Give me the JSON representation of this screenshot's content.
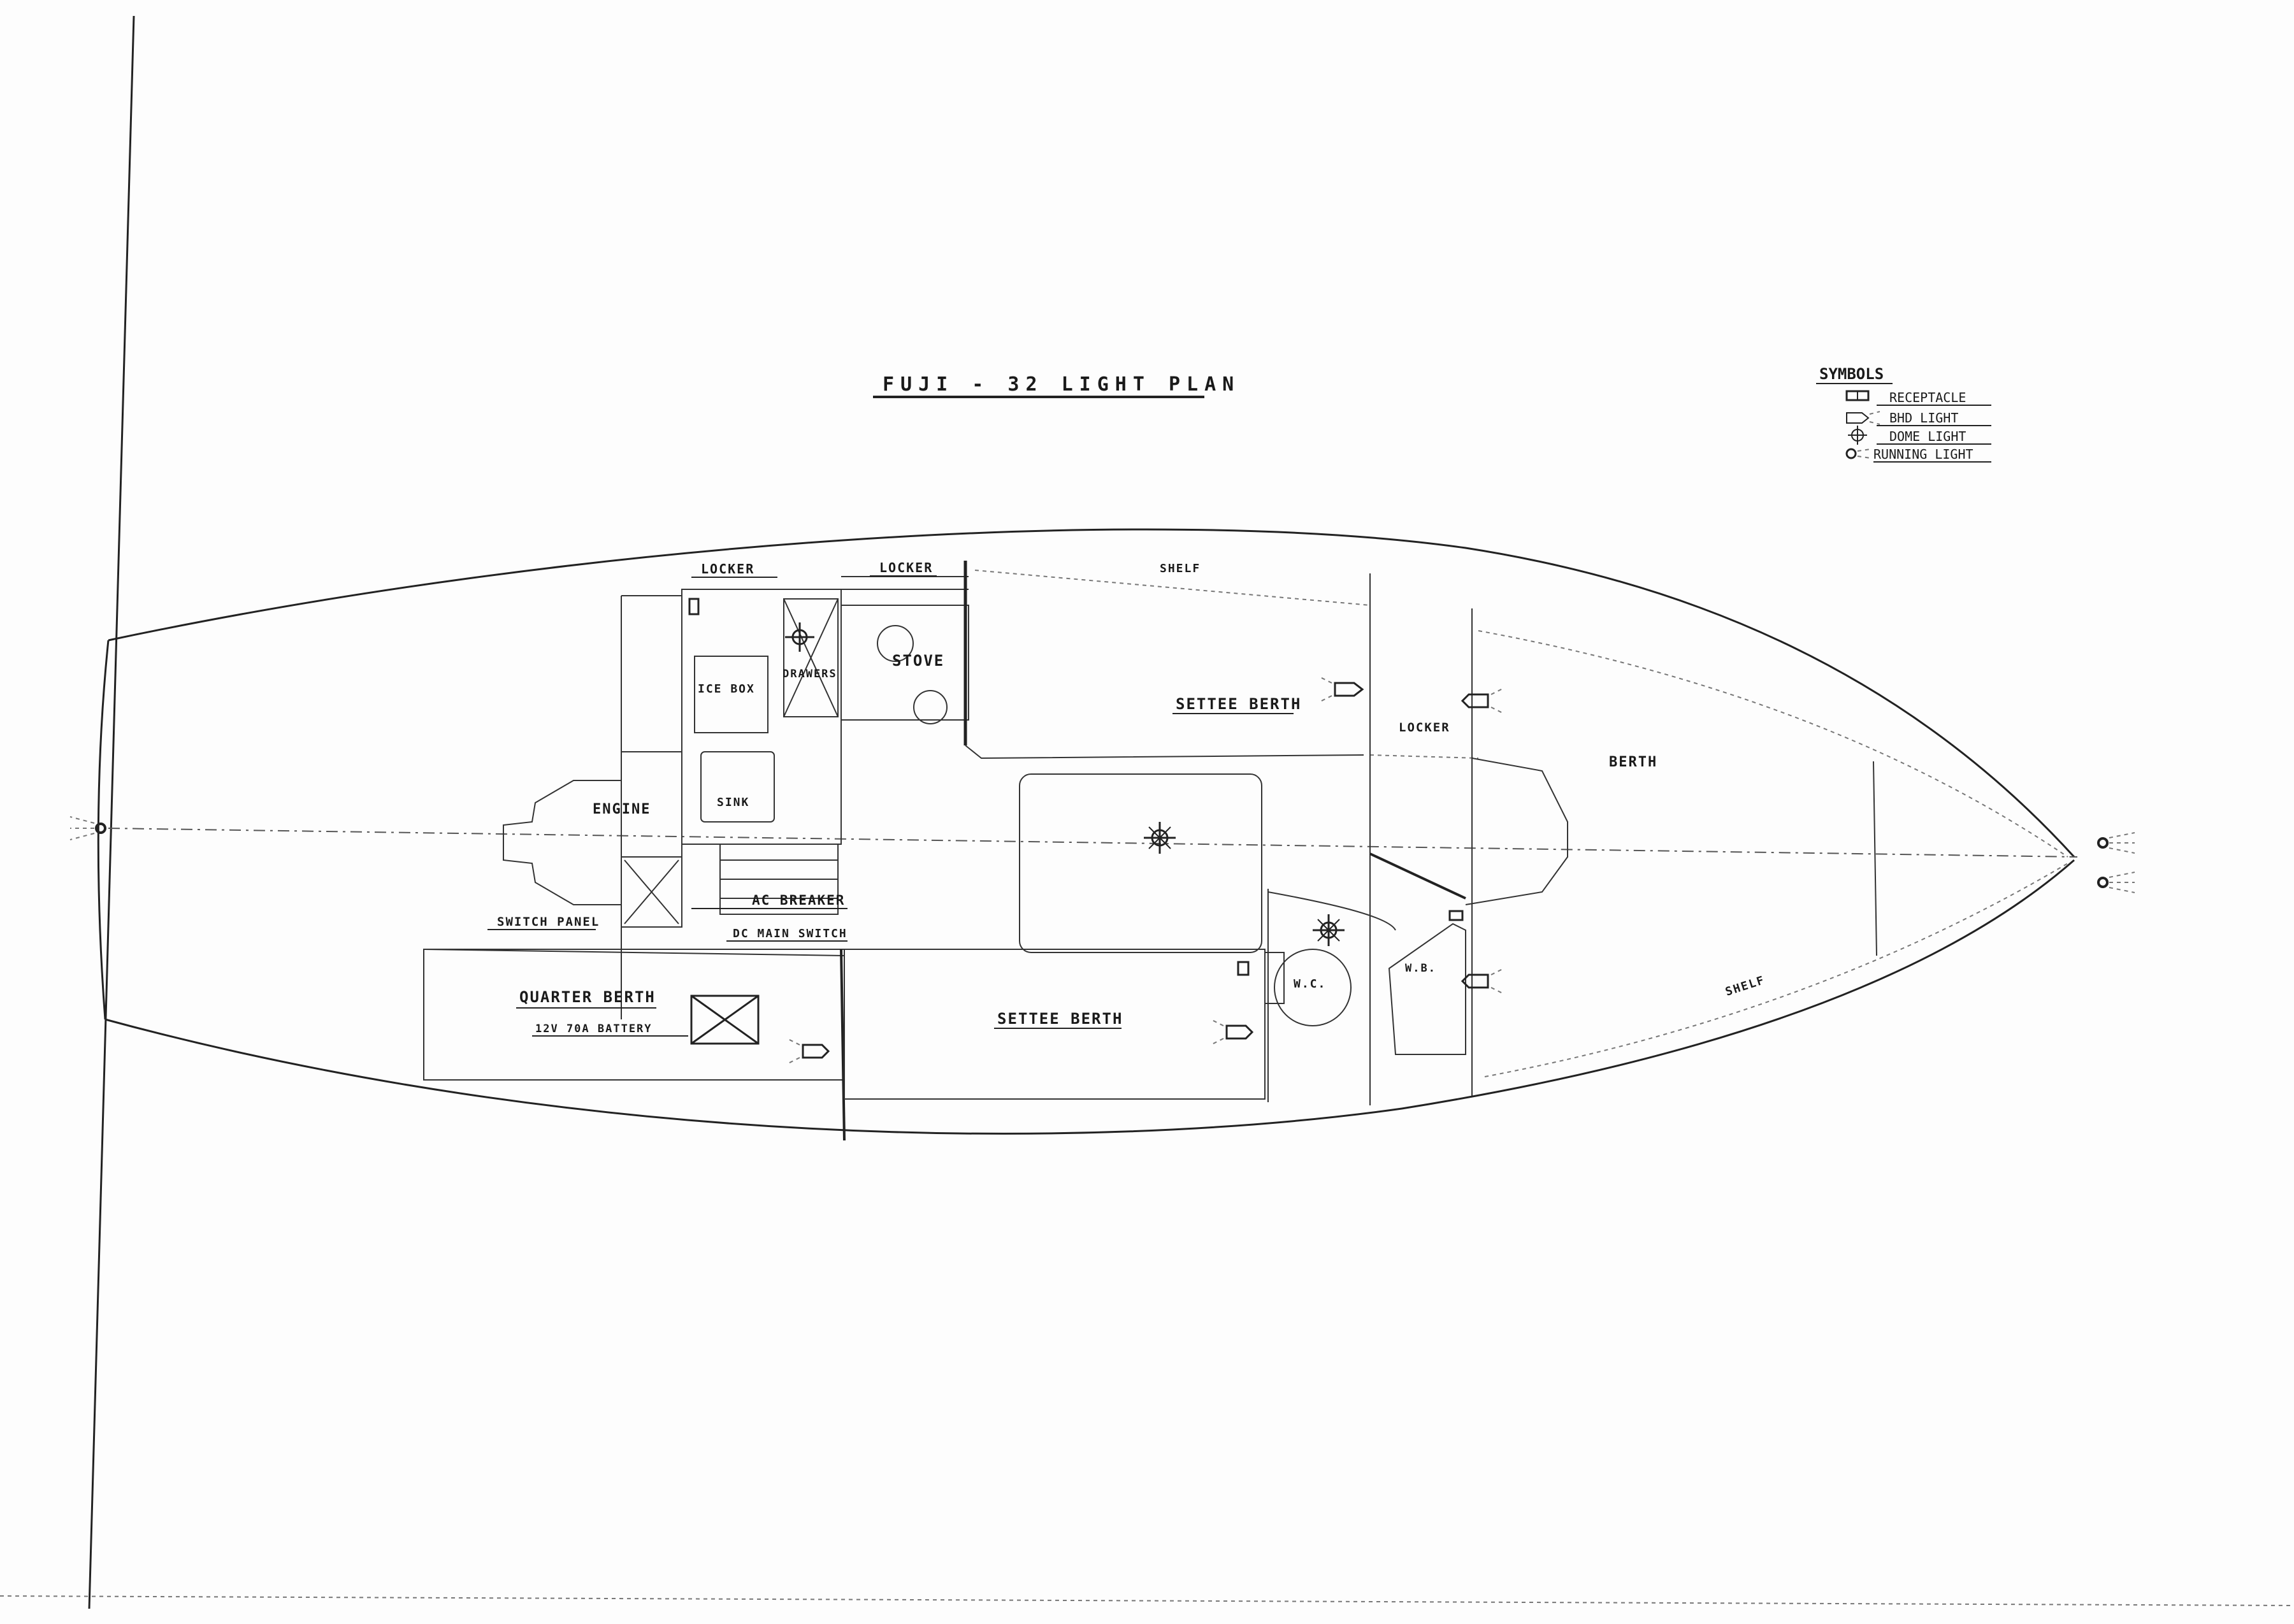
{
  "title": "FUJI - 32   LIGHT   PLAN",
  "legend": {
    "heading": "SYMBOLS",
    "items": [
      {
        "label": "RECEPTACLE",
        "icon": "receptacle-icon"
      },
      {
        "label": "BHD LIGHT",
        "icon": "bulkhead-light-icon"
      },
      {
        "label": "DOME LIGHT",
        "icon": "dome-light-icon"
      },
      {
        "label": "RUNNING LIGHT",
        "icon": "running-light-icon"
      }
    ]
  },
  "labels": {
    "locker_aft": "LOCKER",
    "locker_fwd": "LOCKER",
    "shelf_top": "SHELF",
    "ice_box": "ICE BOX",
    "drawers": "DRAWERS",
    "stove": "STOVE",
    "settee_berth_top": "SETTEE BERTH",
    "locker_mid": "LOCKER",
    "berth": "BERTH",
    "engine": "ENGINE",
    "sink": "SINK",
    "ac_breaker": "AC BREAKER",
    "switch_panel": "SWITCH PANEL",
    "dc_main_switch": "DC MAIN SWITCH",
    "quarter_berth": "QUARTER BERTH",
    "battery": "12V 70A BATTERY",
    "settee_berth_bottom": "SETTEE BERTH",
    "wc": "W.C.",
    "wb": "W.B.",
    "shelf_bottom": "SHELF"
  }
}
